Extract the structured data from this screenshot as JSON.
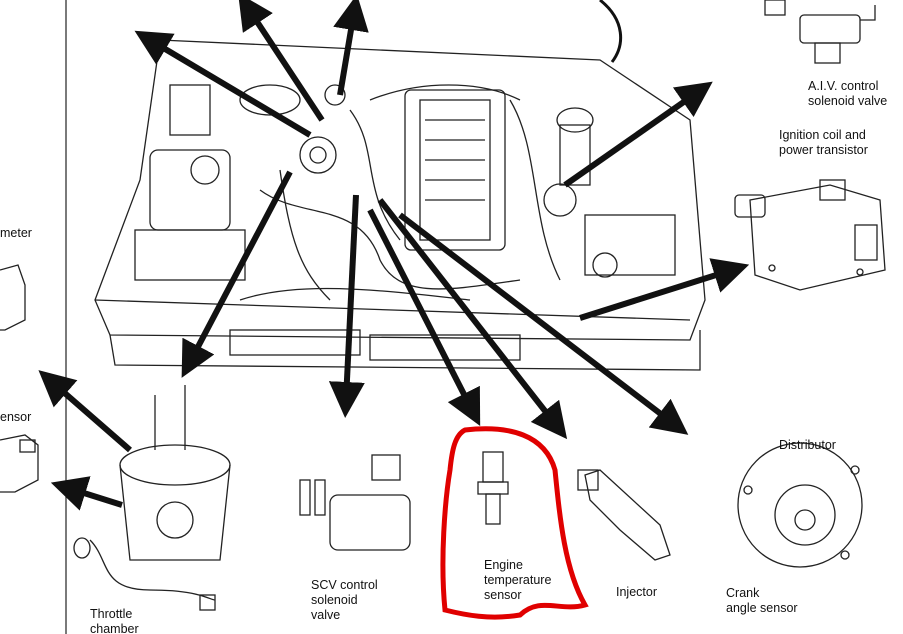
{
  "labels": {
    "aiv": [
      "A.I.V. control",
      "solenoid valve"
    ],
    "ignition": [
      "Ignition coil and",
      "power transistor"
    ],
    "meter": "meter",
    "sensor_left": "ensor",
    "throttle": [
      "Throttle",
      "chamber"
    ],
    "scv": [
      "SCV control",
      "solenoid",
      "valve"
    ],
    "engine_temp": [
      "Engine",
      "temperature",
      "sensor"
    ],
    "injector": "Injector",
    "distributor": "Distributor",
    "crank": [
      "Crank",
      "angle sensor"
    ]
  },
  "colors": {
    "ink": "#111111",
    "highlight": "#e00000"
  }
}
